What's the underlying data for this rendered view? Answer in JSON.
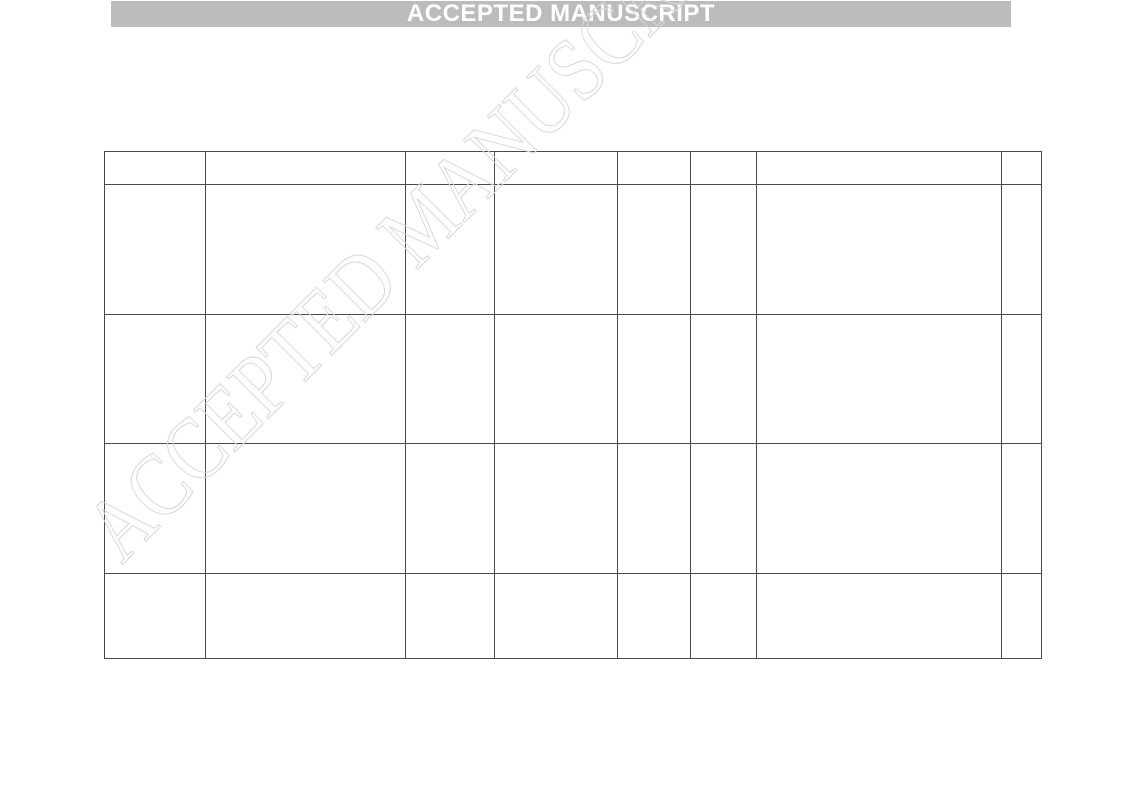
{
  "header_banner": {
    "text": "ACCEPTED MANUSCRIPT",
    "background": "#bcbcbc",
    "color": "#ffffff"
  },
  "watermark": {
    "text": "ACCEPTED MANUSCRIPT",
    "color": "#d9d9d9"
  },
  "table": {
    "columns": 8,
    "rows": [
      [
        "",
        "",
        "",
        "",
        "",
        "",
        "",
        ""
      ],
      [
        "",
        "",
        "",
        "",
        "",
        "",
        "",
        ""
      ],
      [
        "",
        "",
        "",
        "",
        "",
        "",
        "",
        ""
      ],
      [
        "",
        "",
        "",
        "",
        "",
        "",
        "",
        ""
      ],
      [
        "",
        "",
        "",
        "",
        "",
        "",
        "",
        ""
      ]
    ]
  }
}
